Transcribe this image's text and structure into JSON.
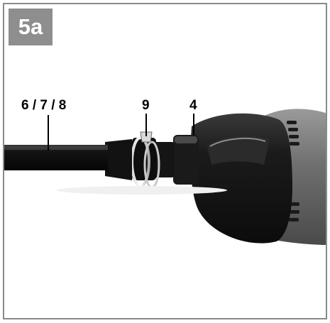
{
  "figure": {
    "label": "5a"
  },
  "callouts": [
    {
      "id": "rod",
      "text": "6 / 7 / 8"
    },
    {
      "id": "clamp",
      "text": "9"
    },
    {
      "id": "collar",
      "text": "4"
    }
  ],
  "icons": [
    "drill-photo"
  ],
  "colors": {
    "frame": "#8a8a8a",
    "badge": "#8e8e8e",
    "drill_body": "#1e1e1e",
    "drill_housing": "#6c6c6c"
  }
}
